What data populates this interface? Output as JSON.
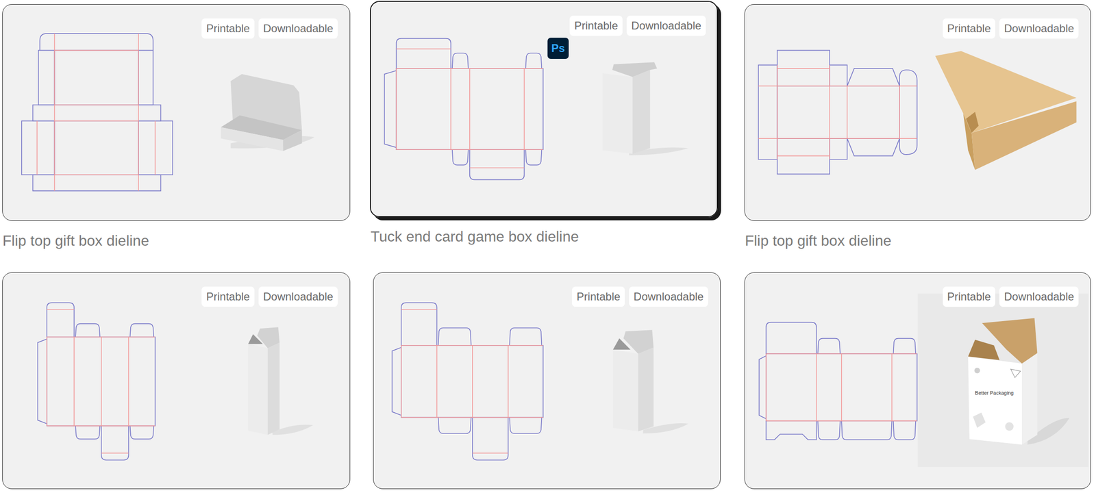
{
  "diagram": {
    "nodes": [
      {
        "text": [
          "Flip top gift box dieline"
        ]
      },
      {
        "text": [
          "Printable"
        ],
        "in": 0
      },
      {
        "text": [
          "Downloadable"
        ],
        "in": 0
      },
      {
        "text": [
          "Tuck end card game box dieline"
        ]
      },
      {
        "text": [
          "Printable"
        ],
        "in": 3
      },
      {
        "text": [
          "Downloadable"
        ],
        "in": 3
      },
      {
        "text": [
          "Flip top gift box dieline"
        ]
      },
      {
        "text": [
          "Printable"
        ],
        "in": 6
      },
      {
        "text": [
          "Downloadable"
        ],
        "in": 6
      },
      {
        "text": []
      },
      {
        "text": [
          "Printable"
        ],
        "in": 9
      },
      {
        "text": [
          "Downloadable"
        ],
        "in": 9
      },
      {
        "text": []
      },
      {
        "text": [
          "Printable"
        ],
        "in": 12
      },
      {
        "text": [
          "Downloadable"
        ],
        "in": 12
      },
      {
        "text": []
      },
      {
        "text": [
          "Printable"
        ],
        "in": 15
      },
      {
        "text": [
          "Downloadable"
        ],
        "in": 15
      }
    ],
    "labels": [
      "Ps",
      "Better Packaging"
    ]
  }
}
